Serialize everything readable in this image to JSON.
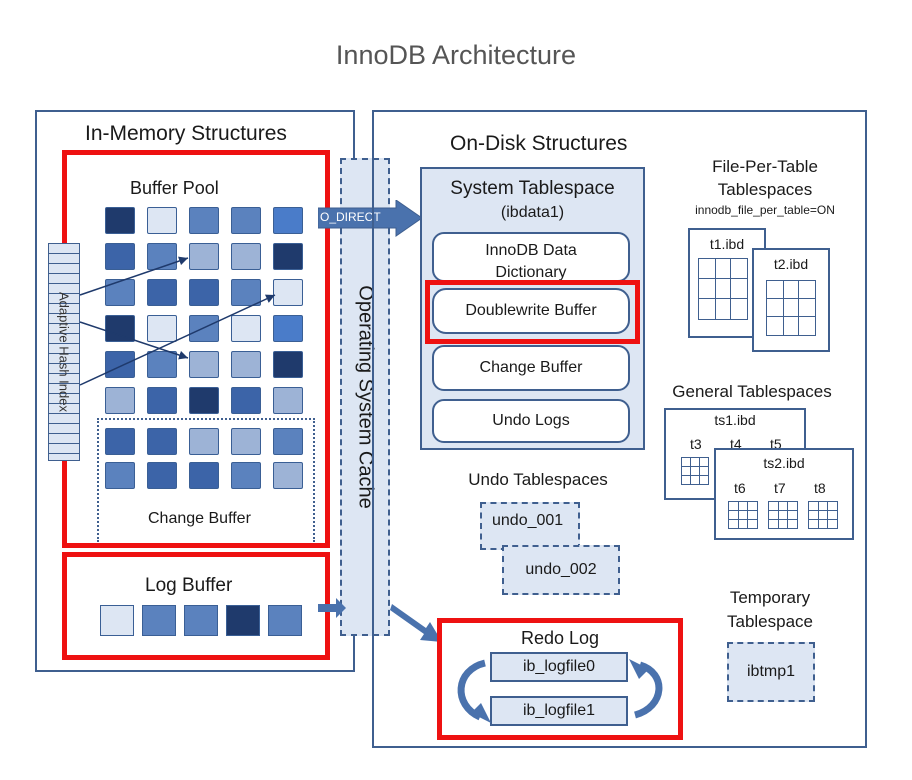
{
  "title": "InnoDB Architecture",
  "memory": {
    "title": "In-Memory Structures",
    "buffer_pool": "Buffer Pool",
    "adaptive_hash_index": "Adaptive Hash Index",
    "change_buffer": "Change Buffer",
    "log_buffer": "Log Buffer"
  },
  "os_cache": "Operating System Cache",
  "o_direct": "O_DIRECT",
  "disk": {
    "title": "On-Disk Structures",
    "system_tablespace": {
      "title": "System Tablespace",
      "file": "(ibdata1)",
      "items": [
        "InnoDB Data Dictionary",
        "Doublewrite Buffer",
        "Change Buffer",
        "Undo Logs"
      ]
    },
    "file_per_table": {
      "title_line1": "File-Per-Table",
      "title_line2": "Tablespaces",
      "setting": "innodb_file_per_table=ON",
      "files": [
        "t1.ibd",
        "t2.ibd"
      ]
    },
    "general": {
      "title": "General Tablespaces",
      "ts1": "ts1.ibd",
      "ts1_tables": [
        "t3",
        "t4",
        "t5"
      ],
      "ts2": "ts2.ibd",
      "ts2_tables": [
        "t6",
        "t7",
        "t8"
      ]
    },
    "undo": {
      "title": "Undo Tablespaces",
      "files": [
        "undo_001",
        "undo_002"
      ]
    },
    "temporary": {
      "title_line1": "Temporary",
      "title_line2": "Tablespace",
      "file": "ibtmp1"
    },
    "redo": {
      "title": "Redo Log",
      "files": [
        "ib_logfile0",
        "ib_logfile1"
      ]
    }
  },
  "colors": {
    "border": "#3f5f8f",
    "highlight": "#ee1111",
    "light_fill": "#dde6f3",
    "page_dark": "#1f3a6c"
  }
}
